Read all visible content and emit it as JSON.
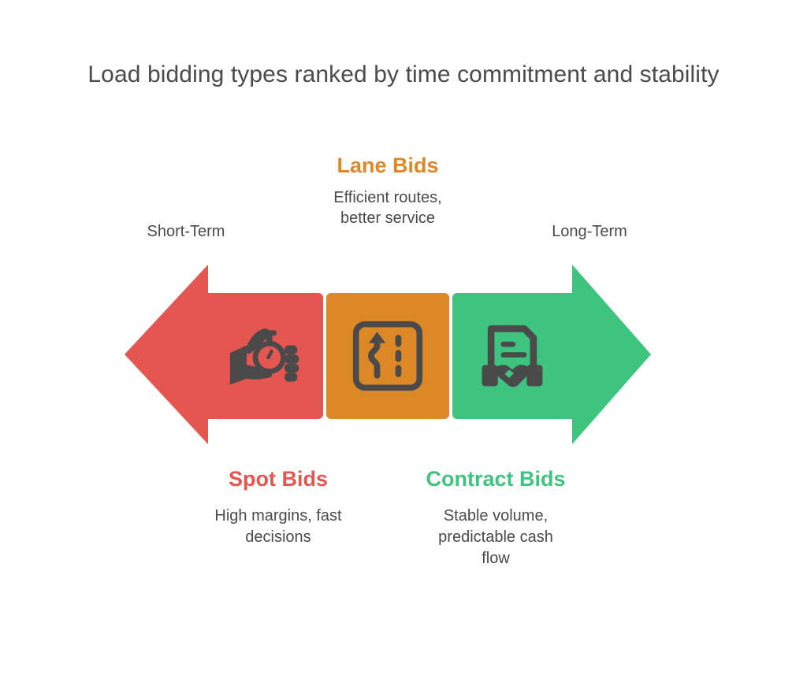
{
  "title": "Load bidding types ranked by time commitment and stability",
  "axis": {
    "left_label": "Short-Term",
    "right_label": "Long-Term"
  },
  "colors": {
    "spot": "#E4564F",
    "lane": "#DD8827",
    "contract": "#3EC47E",
    "icon": "#4a4a4a",
    "text": "#4a4a4a",
    "background": "#ffffff"
  },
  "stages": [
    {
      "key": "spot",
      "heading": "Spot Bids",
      "description": "High margins, fast decisions",
      "color": "#E4564F",
      "icon": "hand-stopwatch-icon",
      "position": "bottom"
    },
    {
      "key": "lane",
      "heading": "Lane Bids",
      "description": "Efficient routes, better service",
      "color": "#DD8827",
      "icon": "lane-change-road-icon",
      "position": "top"
    },
    {
      "key": "contract",
      "heading": "Contract Bids",
      "description": "Stable volume, predictable cash flow",
      "color": "#3EC47E",
      "icon": "contract-handshake-icon",
      "position": "bottom"
    }
  ],
  "descriptions_wrapped": {
    "spot_line1": "High margins, fast",
    "spot_line2": "decisions",
    "lane_line1": "Efficient routes,",
    "lane_line2": "better service",
    "contract_line1": "Stable volume,",
    "contract_line2": "predictable cash",
    "contract_line3": "flow"
  }
}
